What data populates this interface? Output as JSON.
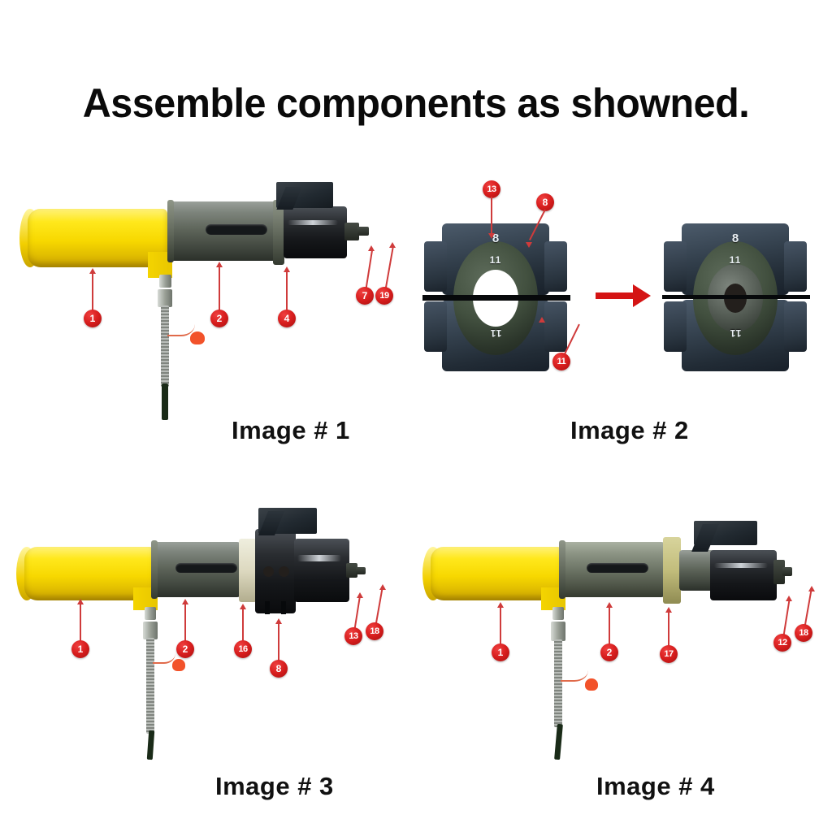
{
  "page": {
    "title": "Assemble components as showned.",
    "background_color": "#ffffff",
    "callout_color": "#d81e1e",
    "arrow_color": "#d41414",
    "text_color": "#0a0a0a"
  },
  "panels": [
    {
      "id": "image-1",
      "caption": "Image # 1",
      "callouts": [
        {
          "number": "1",
          "target": "yellow-handle-body"
        },
        {
          "number": "2",
          "target": "gray-barrel"
        },
        {
          "number": "4",
          "target": "barrel-ring"
        },
        {
          "number": "7",
          "target": "black-head"
        },
        {
          "number": "19",
          "target": "nose-tip"
        }
      ]
    },
    {
      "id": "image-2",
      "caption": "Image # 2",
      "stamps": [
        "8",
        "11",
        "11"
      ],
      "stamps_right": [
        "8",
        "11",
        "11"
      ],
      "callouts": [
        {
          "number": "13",
          "target": "clamp-top-face"
        },
        {
          "number": "8",
          "target": "clamp-upper-half"
        },
        {
          "number": "11",
          "target": "clamp-ring-lower"
        }
      ]
    },
    {
      "id": "image-3",
      "caption": "Image # 3",
      "callouts": [
        {
          "number": "1",
          "target": "yellow-handle-body"
        },
        {
          "number": "2",
          "target": "gray-barrel"
        },
        {
          "number": "16",
          "target": "light-collar"
        },
        {
          "number": "8",
          "target": "clamp-block"
        },
        {
          "number": "13",
          "target": "black-head"
        },
        {
          "number": "18",
          "target": "nose-tip"
        }
      ]
    },
    {
      "id": "image-4",
      "caption": "Image  # 4",
      "callouts": [
        {
          "number": "1",
          "target": "yellow-handle-body"
        },
        {
          "number": "2",
          "target": "gray-barrel"
        },
        {
          "number": "17",
          "target": "olive-collar"
        },
        {
          "number": "12",
          "target": "black-head"
        },
        {
          "number": "18",
          "target": "nose-tip"
        }
      ]
    }
  ]
}
